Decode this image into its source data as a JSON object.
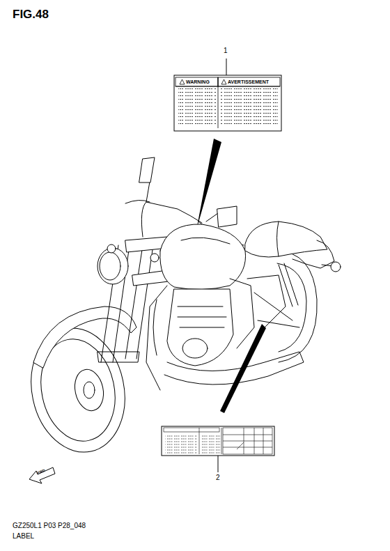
{
  "diagram": {
    "title": "FIG.48",
    "labels": [
      "1",
      "WARNING",
      "AVERTISSEMENT",
      "2",
      "FWD",
      "GZ250L1 P03 P28_048",
      "LABEL"
    ]
  }
}
